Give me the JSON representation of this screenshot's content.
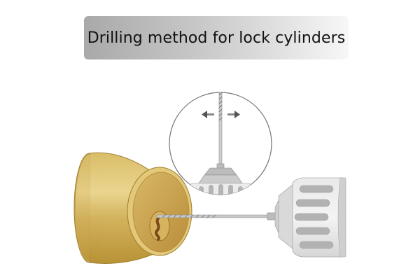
{
  "title": "Drilling method for lock cylinders",
  "colors": {
    "banner_start": "#a9a9a9",
    "banner_end": "#f7f7f7",
    "brass_light": "#e2c97a",
    "brass_mid": "#cfae55",
    "brass_dark": "#b38b34",
    "keyway": "#8a5a22",
    "drill_body": "#e6e6e6",
    "drill_slot": "#a8a8a8",
    "bit": "#bdbdbd",
    "outline": "#666666"
  },
  "illustration": {
    "lock_cylinder": "brass lock cylinder with keyway",
    "drill_bit": "twist drill bit inserted into keyway",
    "drill_chuck": "drill chuck on right side",
    "inset": {
      "description": "circular detail view of drill bit moving side to side",
      "arrows": [
        "left-arrow",
        "right-arrow"
      ]
    }
  }
}
